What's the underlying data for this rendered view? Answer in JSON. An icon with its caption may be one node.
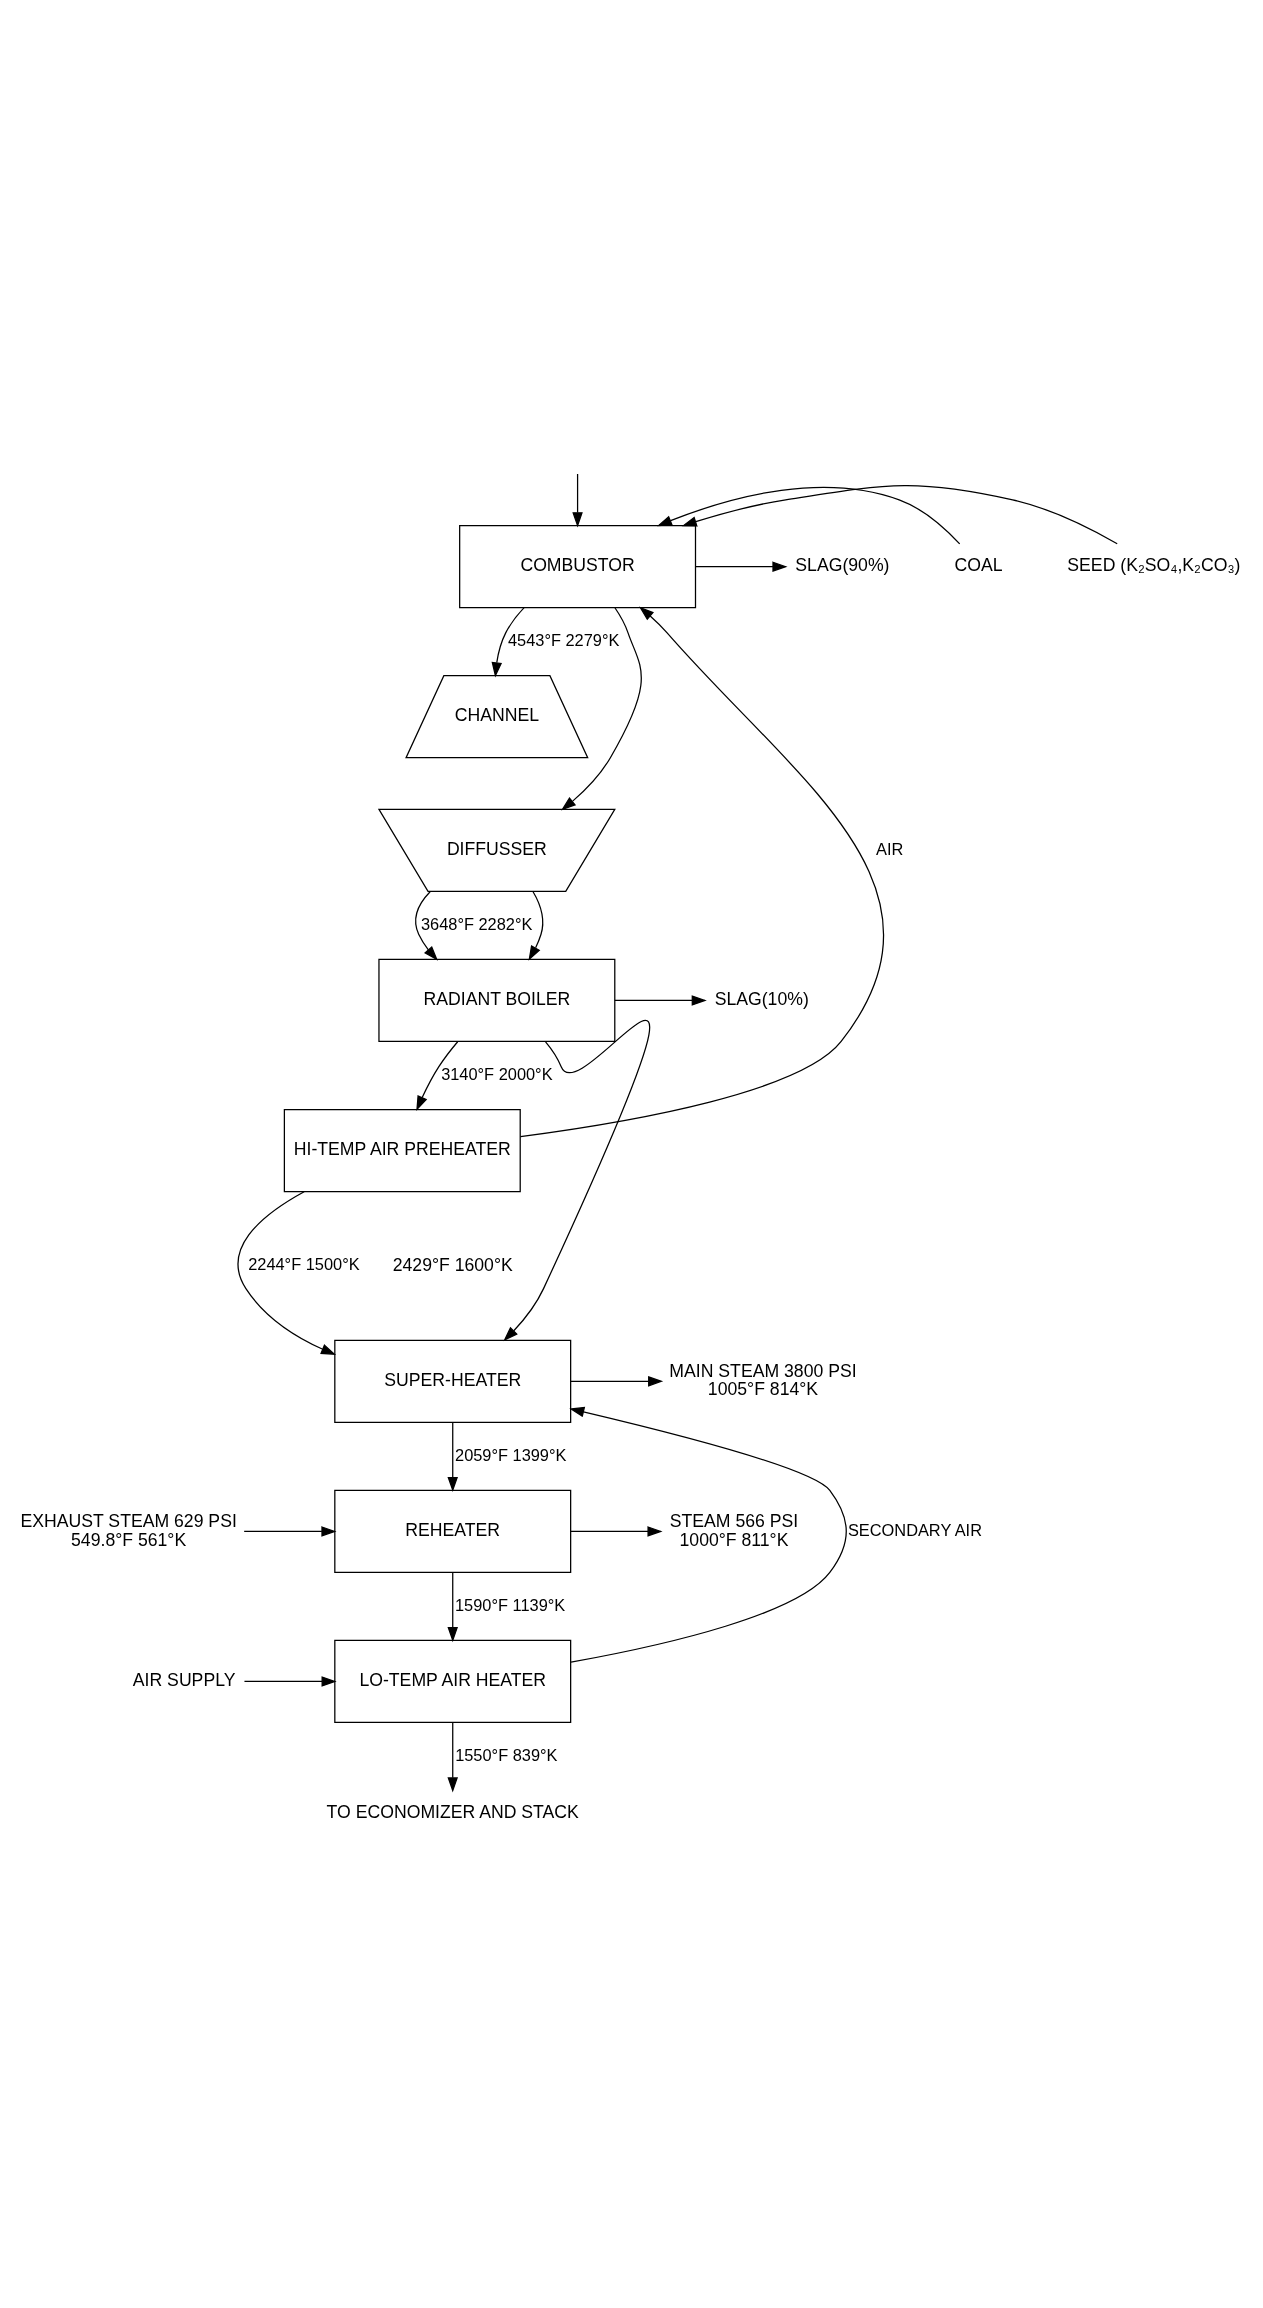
{
  "diagram": {
    "nodes": [
      {
        "text": [
          "COMBUSTOR"
        ]
      },
      {
        "text": [
          "CHANNEL"
        ]
      },
      {
        "text": [
          "DIFFUSSER"
        ]
      },
      {
        "text": [
          "RADIANT BOILER"
        ]
      },
      {
        "text": [
          "HI-TEMP AIR PREHEATER"
        ]
      },
      {
        "text": [
          "SUPER-HEATER"
        ]
      },
      {
        "text": [
          "REHEATER"
        ]
      },
      {
        "text": [
          "LO-TEMP AIR HEATER"
        ]
      },
      {
        "text": [
          "SLAG(90%)"
        ]
      },
      {
        "text": [
          "COAL"
        ]
      },
      {
        "text": [
          "SEED (K₂SO₄,K₂CO₃)"
        ]
      },
      {
        "text": [
          "SLAG(10%)"
        ]
      },
      {
        "text": [
          "MAIN STEAM 3800 PSI",
          "1005°F 814°K"
        ]
      },
      {
        "text": [
          "STEAM 566 PSI",
          "1000°F 811°K"
        ]
      },
      {
        "text": [
          "EXHAUST STEAM 629 PSI",
          "549.8°F 561°K"
        ]
      },
      {
        "text": [
          "AIR SUPPLY"
        ]
      },
      {
        "text": [
          "TO ECONOMIZER AND STACK"
        ]
      }
    ],
    "edges": [
      {
        "from": 0,
        "to": 1,
        "arrow": "to",
        "label": "4543°F 2279°K"
      },
      {
        "from": 2,
        "to": 3,
        "arrow": "to",
        "label": "3648°F 2282°K"
      },
      {
        "from": 3,
        "to": 4,
        "arrow": "to",
        "label": "3140°F 2000°K"
      },
      {
        "from": 4,
        "to": 5,
        "arrow": "to",
        "label": "2244°F 1500°K"
      },
      {
        "from": 5,
        "to": 6,
        "arrow": "to",
        "label": "2059°F 1399°K"
      },
      {
        "from": 6,
        "to": 7,
        "arrow": "to",
        "label": "1590°F 1139°K"
      },
      {
        "from": 7,
        "to": 16,
        "arrow": "to",
        "label": "1550°F 839°K"
      },
      {
        "from": 4,
        "to": 0,
        "arrow": "to",
        "label": "AIR"
      },
      {
        "from": 7,
        "to": 5,
        "arrow": "to",
        "label": "SECONDARY AIR"
      },
      {
        "from": 0,
        "to": 8,
        "arrow": "to"
      },
      {
        "from": 9,
        "to": 0,
        "arrow": "to"
      },
      {
        "from": 10,
        "to": 0,
        "arrow": "to"
      },
      {
        "from": 3,
        "to": 11,
        "arrow": "to"
      },
      {
        "from": null,
        "to": 0,
        "arrow": "to"
      },
      {
        "from": 0,
        "to": 2,
        "arrow": "to"
      },
      {
        "from": 2,
        "to": 3,
        "arrow": "to"
      },
      {
        "from": 3,
        "to": 5,
        "arrow": "to"
      },
      {
        "from": 5,
        "to": 12,
        "arrow": "to"
      },
      {
        "from": 6,
        "to": 13,
        "arrow": "to"
      },
      {
        "from": 14,
        "to": 6,
        "arrow": "to"
      },
      {
        "from": 15,
        "to": 7,
        "arrow": "to"
      }
    ],
    "labels": [
      "2429°F 1600°K"
    ]
  }
}
